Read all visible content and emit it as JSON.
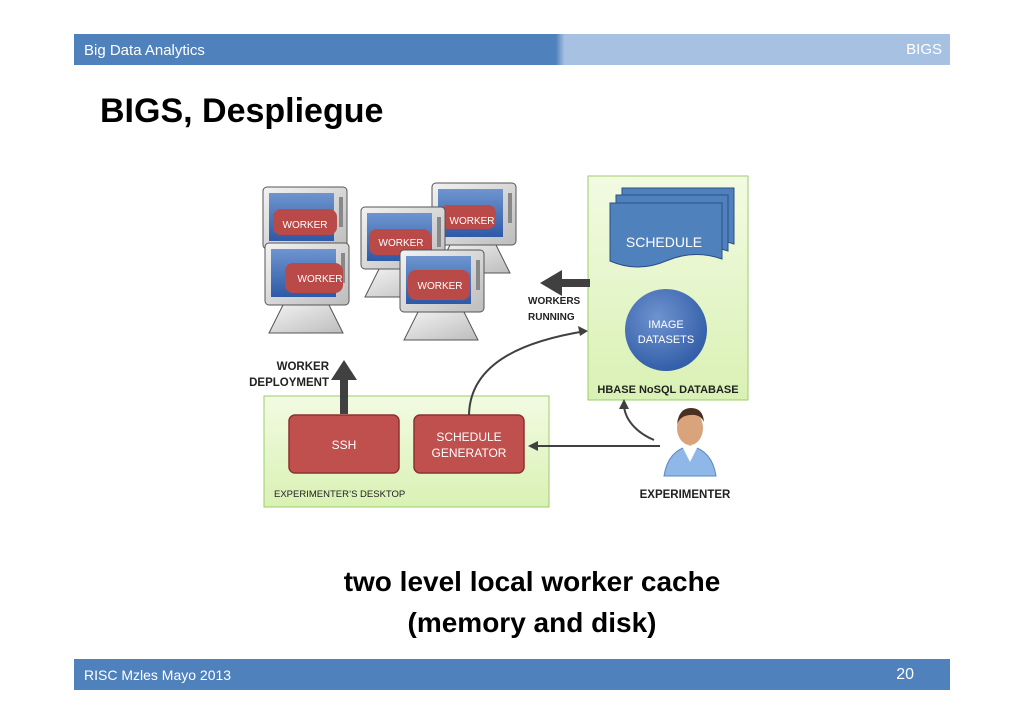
{
  "header": {
    "left": "Big Data Analytics",
    "right": "BIGS"
  },
  "title": "BIGS, Despliegue",
  "diagram": {
    "workers": [
      "WORKER",
      "WORKER",
      "WORKER",
      "WORKER",
      "WORKER"
    ],
    "worker_deployment": [
      "WORKER",
      "DEPLOYMENT"
    ],
    "workers_running": [
      "WORKERS",
      "RUNNING"
    ],
    "schedule": "SCHEDULE",
    "image_datasets": [
      "IMAGE",
      "DATASETS"
    ],
    "hbase": "HBASE NoSQL DATABASE",
    "ssh": "SSH",
    "schedule_generator": [
      "SCHEDULE",
      "GENERATOR"
    ],
    "desktop": "EXPERIMENTER’S DESKTOP",
    "experimenter": "EXPERIMENTER"
  },
  "caption": {
    "line1": "two level local worker cache",
    "line2": "(memory and disk)"
  },
  "footer": {
    "left": "RISC Mzles Mayo 2013",
    "page": "20"
  },
  "colors": {
    "header_blue": "#4f81bd",
    "header_light": "#a7c1e2",
    "worker_red": "#b94a48",
    "panel_green": "#e6f7c8",
    "schedule_blue": "#4f81bd"
  }
}
